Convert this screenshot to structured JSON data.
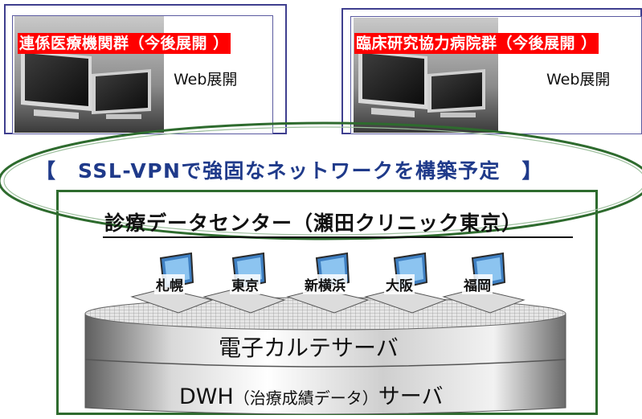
{
  "top_left": {
    "title": "連係医療機関群（今後展開 ）",
    "web": "Web展開"
  },
  "top_right": {
    "title": "臨床研究協力病院群（今後展開 ）",
    "web": "Web展開"
  },
  "vpn_banner": "【　SSL-VPNで強固なネットワークを構築予定　】",
  "data_center": {
    "title": "診療データセンター（瀬田クリニック東京）",
    "cities": [
      "札幌",
      "東京",
      "新横浜",
      "大阪",
      "福岡"
    ]
  },
  "database": {
    "upper_label": "電子カルテサーバ",
    "lower_prefix": "DWH",
    "lower_middle": "（治療成績データ）",
    "lower_suffix": "サーバ"
  },
  "colors": {
    "title_bg": "#ff0000",
    "box_border": "#3f3f8f",
    "ellipse_border": "#2e6b2e",
    "vpn_text": "#1f3a8a"
  }
}
